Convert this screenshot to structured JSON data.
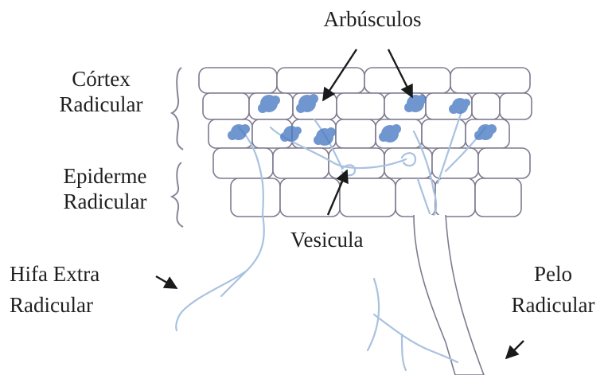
{
  "labels": {
    "arbusculos": "Arbúsculos",
    "cortex_line1": "Córtex",
    "cortex_line2": "Radicular",
    "epiderme_line1": "Epiderme",
    "epiderme_line2": "Radicular",
    "vesicula": "Vesicula",
    "hifa_line1": "Hifa Extra",
    "hifa_line2": "Radicular",
    "pelo_line1": "Pelo",
    "pelo_line2": "Radicular"
  },
  "colors": {
    "cell_outline": "#7f7a8f",
    "hypha": "#a9c2e0",
    "arbuscule": "#4d7cc4",
    "arrow": "#1a1a1a",
    "brace": "#8a8597"
  }
}
